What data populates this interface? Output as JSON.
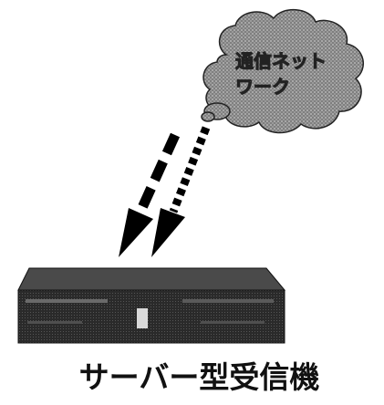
{
  "cloud": {
    "line1": "通信ネット",
    "line2": "ワーク"
  },
  "caption": "サーバー型受信機",
  "colors": {
    "background": "#ffffff",
    "cloud_fill": "#8c8c8c",
    "ink": "#111111",
    "receiver_body": "#2a2a2a",
    "receiver_panel": "#4a4a4a"
  },
  "icons": {
    "cloud": "cloud-icon",
    "receiver": "receiver-box-icon",
    "arrows": [
      "dashed-arrow-icon",
      "dotted-arrow-icon"
    ]
  }
}
